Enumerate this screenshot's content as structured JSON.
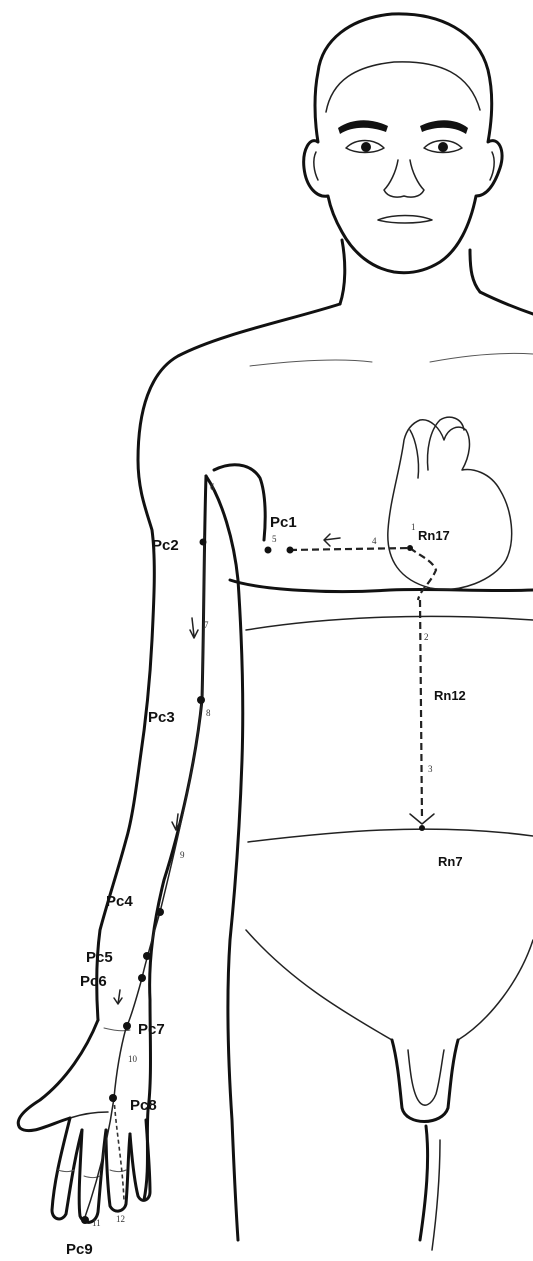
{
  "points": [
    {
      "id": "pc1",
      "label": "Pc1"
    },
    {
      "id": "pc2",
      "label": "Pc2"
    },
    {
      "id": "pc3",
      "label": "Pc3"
    },
    {
      "id": "pc4",
      "label": "Pc4"
    },
    {
      "id": "pc5",
      "label": "Pc5"
    },
    {
      "id": "pc6",
      "label": "Pc6"
    },
    {
      "id": "pc7",
      "label": "Pc7"
    },
    {
      "id": "pc8",
      "label": "Pc8"
    },
    {
      "id": "pc9",
      "label": "Pc9"
    },
    {
      "id": "rn17",
      "label": "Rn17"
    },
    {
      "id": "rn12",
      "label": "Rn12"
    },
    {
      "id": "rn7",
      "label": "Rn7"
    }
  ],
  "path_numbers": {
    "n1": "1",
    "n2": "2",
    "n3": "3",
    "n4": "4",
    "n5": "5",
    "n6": "6",
    "n7": "7",
    "n8": "8",
    "n9": "9",
    "n10": "10",
    "n11": "11",
    "n12": "12"
  },
  "colors": {
    "line": "#111111",
    "background": "#ffffff"
  }
}
